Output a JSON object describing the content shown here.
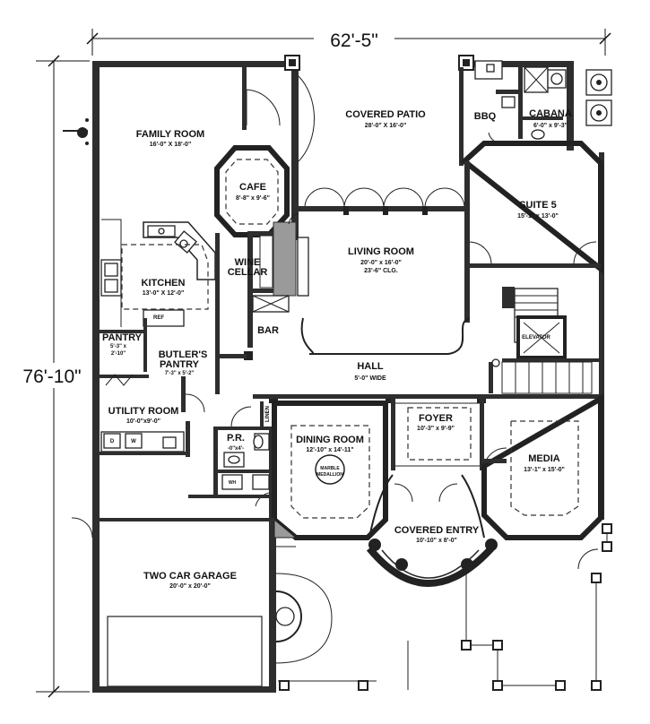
{
  "dimensions": {
    "width_label": "62'-5\"",
    "depth_label": "76'-10\""
  },
  "rooms": {
    "family_room": {
      "name": "FAMILY ROOM",
      "size": "16'-0\" X 18'-0\""
    },
    "covered_patio": {
      "name": "COVERED PATIO",
      "size": "28'-0\" X 16'-0\""
    },
    "bbq": {
      "name": "BBQ"
    },
    "cabana": {
      "name": "CABANA",
      "size": "6'-0\" x 9'-3\""
    },
    "cafe": {
      "name": "CAFE",
      "size": "8'-8\" x 9'-6\""
    },
    "suite5": {
      "name": "SUITE 5",
      "size": "15'-1\" x 13'-0\""
    },
    "kitchen": {
      "name": "KITCHEN",
      "size": "13'-0\" X 12'-0\""
    },
    "wine_cellar": {
      "name_line1": "WINE",
      "name_line2": "CELLAR"
    },
    "living_room": {
      "name": "LIVING ROOM",
      "size": "20'-0\" x 16'-0\"",
      "ceiling": "23'-6\" CLG."
    },
    "bar": {
      "name": "BAR"
    },
    "pantry": {
      "name": "PANTRY",
      "size_line1": "5'-3\" x",
      "size_line2": "2'-10\""
    },
    "butlers_pantry": {
      "name_line1": "BUTLER'S",
      "name_line2": "PANTRY",
      "size": "7'-3\" x 5'-2\""
    },
    "elevator": {
      "name": "ELEVATOR"
    },
    "hall": {
      "name": "HALL",
      "size": "5'-0\" WIDE"
    },
    "utility_room": {
      "name": "UTILITY ROOM",
      "size": "10'-0\"x9'-0\""
    },
    "linen": {
      "name": "LINEN"
    },
    "powder_room": {
      "name": "P.R.",
      "size": "-0\"x4'-"
    },
    "dining_room": {
      "name": "DINING ROOM",
      "size": "12'-10\" x 14'-11\""
    },
    "foyer": {
      "name": "FOYER",
      "size": "10'-3\" x 9'-9\""
    },
    "media": {
      "name": "MEDIA",
      "size": "13'-1\" x 15'-0\""
    },
    "covered_entry": {
      "name": "COVERED ENTRY",
      "size": "10'-10\" x 8'-0\""
    },
    "garage": {
      "name": "TWO CAR GARAGE",
      "size": "20'-0\" x 20'-0\""
    }
  },
  "fixtures": {
    "ref": "REF",
    "dryer": "D",
    "washer": "W",
    "water_heater": "WH",
    "marble_medallion_line1": "MARBLE",
    "marble_medallion_line2": "MEDALLION"
  }
}
